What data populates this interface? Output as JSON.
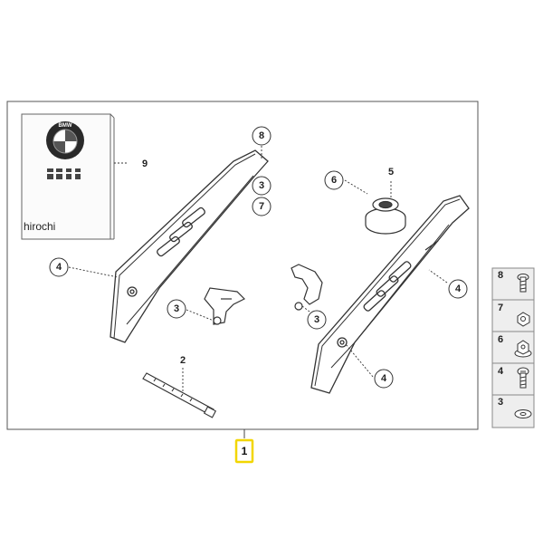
{
  "manual": {
    "label": "hirochi",
    "logo_text": "BMW",
    "item_number": "9"
  },
  "callouts": {
    "c8": "8",
    "c3_top": "3",
    "c7": "7",
    "c6": "6",
    "c5": "5",
    "c4_left": "4",
    "c3_left": "3",
    "c3_right": "3",
    "c4_right": "4",
    "c4_bottom": "4",
    "c2": "2"
  },
  "main_item": "1",
  "legend": [
    {
      "number": "8",
      "icon": "bolt-icon"
    },
    {
      "number": "7",
      "icon": "nut-icon"
    },
    {
      "number": "6",
      "icon": "flange-nut-icon"
    },
    {
      "number": "4",
      "icon": "screw-icon"
    },
    {
      "number": "3",
      "icon": "washer-icon"
    }
  ],
  "colors": {
    "line": "#333333",
    "highlight": "#f2d600",
    "legend_bg": "#eeeeee",
    "callout_fill": "#ffffff"
  }
}
